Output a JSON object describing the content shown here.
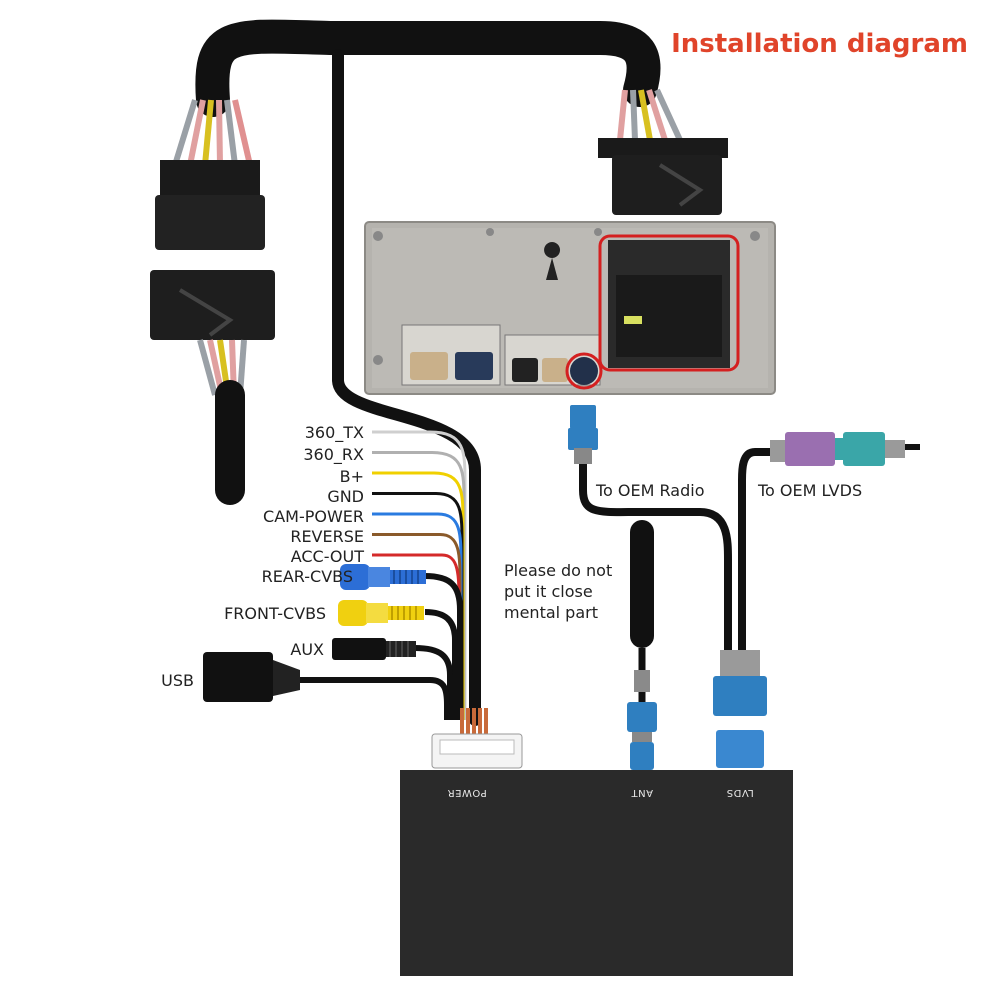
{
  "title": "Installation diagram",
  "colors": {
    "title": "#e0442a",
    "highlight": "#d42020",
    "fakra_blue": "#2f7fc0",
    "fakra_teal": "#3aa6a8",
    "fakra_violet": "#9a6fb0",
    "rca_blue": "#2c6ed6",
    "rca_yellow": "#f0d010",
    "harness": "#111111",
    "box": "#2a2a2a",
    "radio_panel": "#b5b3ae"
  },
  "wire_labels": [
    {
      "text": "360_TX",
      "color": "#cfcfcf"
    },
    {
      "text": "360_RX",
      "color": "#b0b0b0"
    },
    {
      "text": "B+",
      "color": "#f0d000"
    },
    {
      "text": "GND",
      "color": "#111111"
    },
    {
      "text": "CAM-POWER",
      "color": "#2a7be0"
    },
    {
      "text": "REVERSE",
      "color": "#8a5a2a"
    },
    {
      "text": "ACC-OUT",
      "color": "#d42a2a"
    }
  ],
  "connector_labels": {
    "rear_cvbs": "REAR-CVBS",
    "front_cvbs": "FRONT-CVBS",
    "aux": "AUX",
    "usb": "USB"
  },
  "callouts": {
    "oem_radio": "To OEM Radio",
    "oem_lvds": "To OEM LVDS",
    "antenna_note": [
      "Please do not",
      "put it close",
      "mental part"
    ]
  },
  "box_ports": {
    "power": "POWER",
    "ant": "ANT",
    "lvds": "LVDS"
  },
  "icons": [
    "usb-plug-icon",
    "rca-plug-icon",
    "aux-jack-icon",
    "fakra-connector-icon",
    "antenna-icon"
  ]
}
